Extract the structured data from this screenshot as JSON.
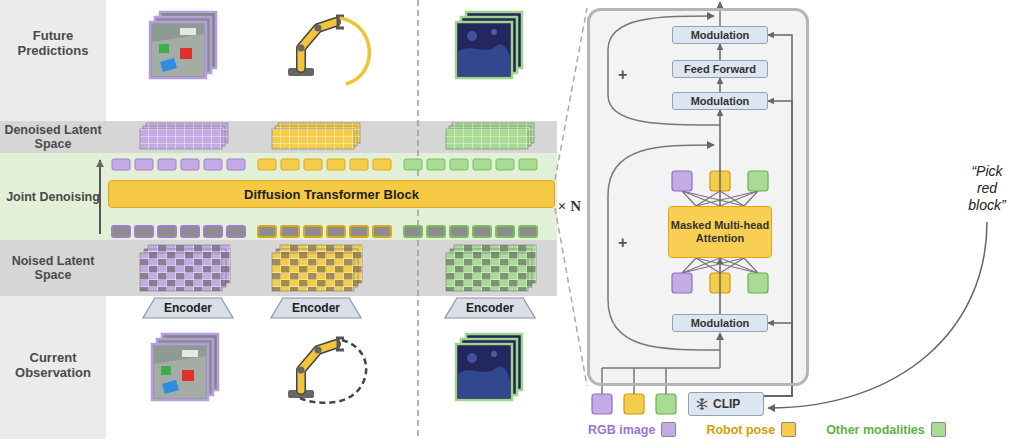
{
  "diagram": {
    "nodes": [
      {
        "text": [
          "Denoised Latent Space"
        ]
      },
      {
        "text": [
          "Joint Denoising"
        ]
      },
      {
        "text": [
          "Diffusion Transformer Block"
        ],
        "in": 1
      },
      {
        "text": [
          "Noised Latent Space"
        ]
      },
      {
        "text": [
          "Encoder"
        ]
      },
      {
        "text": [
          "Encoder"
        ]
      },
      {
        "text": [
          "Encoder"
        ]
      },
      {
        "text": [
          "× N"
        ]
      },
      {
        "text": [
          "Modulation"
        ],
        "in": 7
      },
      {
        "text": [
          "Feed Forward"
        ],
        "in": 7
      },
      {
        "text": [
          "Modulation"
        ],
        "in": 7
      },
      {
        "text": [
          "Masked Multi-head Attention"
        ],
        "in": 7
      },
      {
        "text": [
          "Modulation"
        ],
        "in": 7
      },
      {
        "text": [
          "CLIP"
        ]
      }
    ],
    "edges": [
      {
        "from": 12,
        "to": 11,
        "arrow": "to"
      },
      {
        "from": 11,
        "to": 10,
        "arrow": "to"
      },
      {
        "from": 10,
        "to": 9,
        "arrow": "to"
      },
      {
        "from": 9,
        "to": 8,
        "arrow": "to"
      },
      {
        "from": 13,
        "to": 12,
        "arrow": "to"
      },
      {
        "from": 13,
        "to": 10,
        "arrow": "to"
      },
      {
        "from": 13,
        "to": 8,
        "arrow": "to"
      }
    ],
    "labels": [
      "Future Predictions",
      "Current Observation",
      "+",
      "+",
      "“Pick red block”"
    ],
    "legend": [
      {
        "text": "RGB image",
        "color": "#c5abe6"
      },
      {
        "text": "Robot pose",
        "color": "#f5cd4a"
      },
      {
        "text": "Other modalities",
        "color": "#a8dc92"
      }
    ]
  }
}
